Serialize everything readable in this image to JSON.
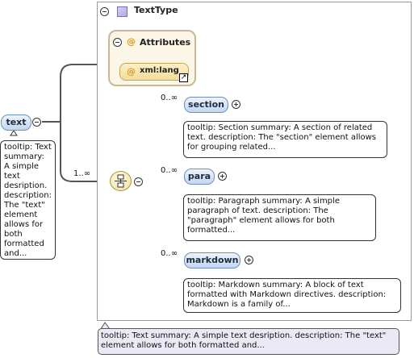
{
  "root": {
    "label": "text",
    "tooltip": "tooltip: Text summary: A simple text desription. description: The \"text\" element allows for both formatted and..."
  },
  "type_box": {
    "title": "TextType"
  },
  "attributes": {
    "title": "Attributes",
    "at_symbol": "@",
    "item": "xml:lang",
    "link_glyph": "↗"
  },
  "sequence": {
    "multiplicity": "1..∞"
  },
  "children": [
    {
      "name": "section",
      "multiplicity": "0..∞",
      "tooltip": "tooltip: Section summary: A section of related text. description: The \"section\" element allows for grouping related..."
    },
    {
      "name": "para",
      "multiplicity": "0..∞",
      "tooltip": "tooltip: Paragraph summary: A simple paragraph of text. description: The \"paragraph\" element allows for both formatted..."
    },
    {
      "name": "markdown",
      "multiplicity": "0..∞",
      "tooltip": "tooltip: Markdown summary: A block of text formatted with Markdown directives. description: Markdown is a family of..."
    }
  ],
  "bottom_tooltip": "tooltip: Text summary: A simple text desription. description: The \"text\" element allows for both formatted and...",
  "colors": {
    "element_fill": "#c4d6f1",
    "attribute_fill": "#fbf6e6",
    "type_icon": "#b6a6e4",
    "bottom_tip": "#ece8f6"
  }
}
